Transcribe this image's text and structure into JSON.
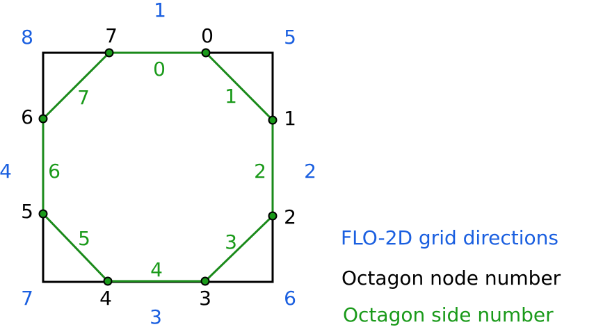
{
  "grid_directions": {
    "n": "1",
    "e": "2",
    "s": "3",
    "w": "4",
    "ne": "5",
    "se": "6",
    "sw": "7",
    "nw": "8"
  },
  "node_numbers": [
    "0",
    "1",
    "2",
    "3",
    "4",
    "5",
    "6",
    "7"
  ],
  "side_numbers": [
    "0",
    "1",
    "2",
    "3",
    "4",
    "5",
    "6",
    "7"
  ],
  "legend": {
    "grid_directions": "FLO-2D grid directions",
    "node_number": "Octagon node number",
    "side_number": "Octagon side number"
  },
  "colors": {
    "grid_direction": "#1a5fe0",
    "node_number": "#000000",
    "side_number": "#1a9a1a",
    "octagon": "#1a8a1a",
    "node_fill": "#1a9a1a",
    "square": "#000000"
  }
}
